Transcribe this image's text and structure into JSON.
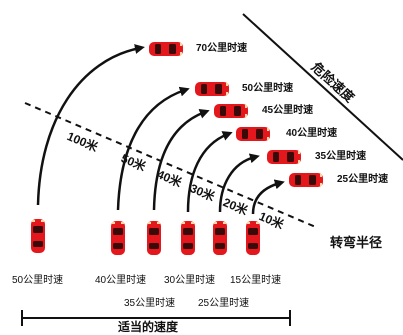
{
  "labels": {
    "danger_speed": "危险速度",
    "turn_radius": "转弯半径",
    "appropriate_speed": "适当的速度"
  },
  "distances": [
    "100米",
    "50米",
    "40米",
    "30米",
    "20米",
    "10米"
  ],
  "top_speeds": [
    "70公里时速",
    "50公里时速",
    "45公里时速",
    "40公里时速",
    "35公里时速",
    "25公里时速"
  ],
  "bottom_speeds": [
    "50公里时速",
    "40公里时速",
    "30公里时速",
    "15公里时速"
  ],
  "bottom_speeds_row2": [
    "35公里时速",
    "25公里时速"
  ],
  "colors": {
    "car_red": "#e4171c",
    "car_dark": "#9e0c10",
    "arrow": "#111111"
  }
}
